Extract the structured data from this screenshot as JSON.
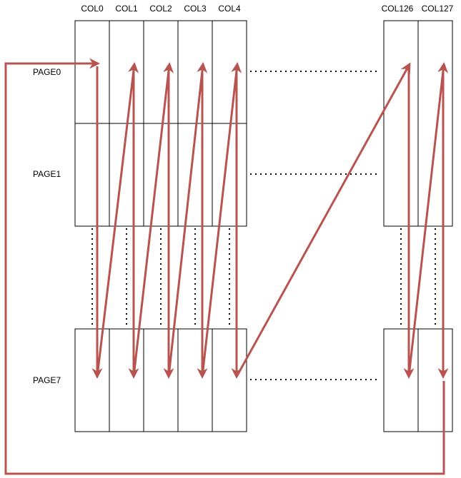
{
  "columns": [
    "COL0",
    "COL1",
    "COL2",
    "COL3",
    "COL4",
    "COL126",
    "COL127"
  ],
  "pages": [
    "PAGE0",
    "PAGE1",
    "PAGE7"
  ],
  "colors": {
    "arrow": "#b85450",
    "grid": "#000000",
    "background": "#ffffff"
  },
  "scan_order": "column-major: each column from PAGE0 down to PAGE7, then diagonal jump to top of next column; after COL127 wrap back to COL0"
}
